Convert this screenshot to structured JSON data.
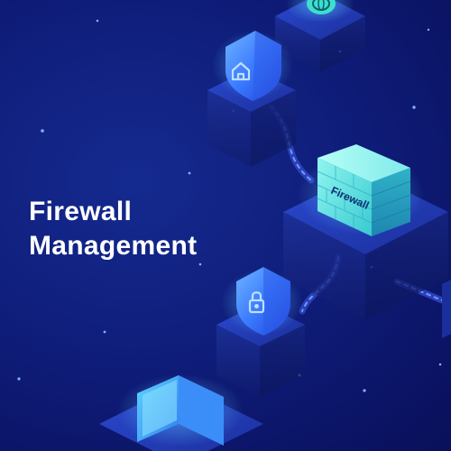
{
  "headline": {
    "line1": "Firewall",
    "line2": "Management"
  },
  "firewall_block": {
    "label": "Firewall"
  },
  "icons": [
    "globe-icon",
    "home-icon",
    "lock-icon",
    "firewall-icon"
  ],
  "colors": {
    "background": "#0f1d7a",
    "text": "#ffffff",
    "firewall_face": "#5fe6e0",
    "shield": "#3b7bff",
    "pedestal": "#1b2f9c"
  }
}
